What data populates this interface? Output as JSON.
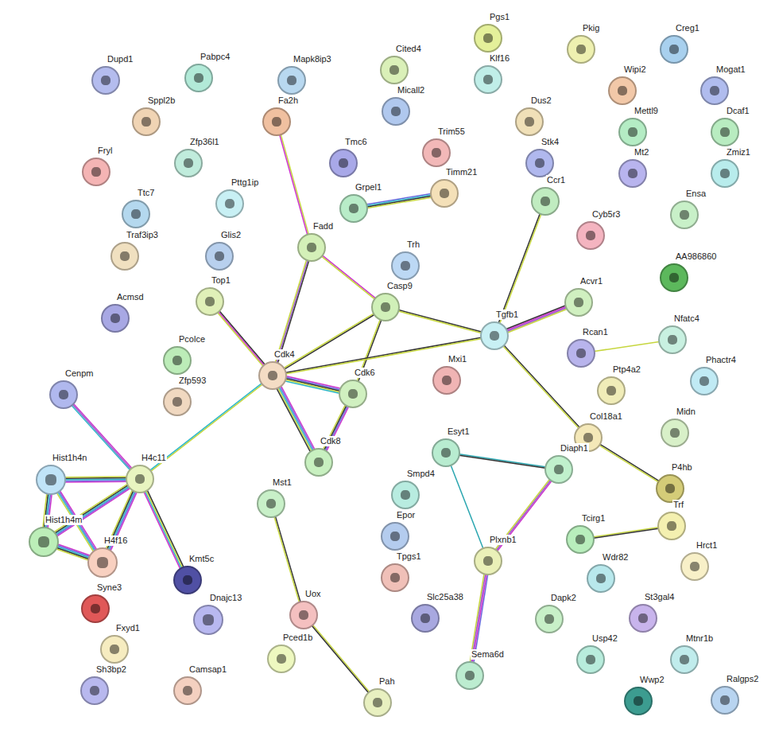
{
  "diagram": {
    "nodes": [
      {
        "text": [
          "Dupd1"
        ]
      },
      {
        "text": [
          "Pabpc4"
        ]
      },
      {
        "text": [
          "Mapk8ip3"
        ]
      },
      {
        "text": [
          "Cited4"
        ]
      },
      {
        "text": [
          "Pgs1"
        ]
      },
      {
        "text": [
          "Pkig"
        ]
      },
      {
        "text": [
          "Creg1"
        ]
      },
      {
        "text": [
          "Sppl2b"
        ]
      },
      {
        "text": [
          "Fa2h"
        ]
      },
      {
        "text": [
          "Micall2"
        ]
      },
      {
        "text": [
          "Klf16"
        ]
      },
      {
        "text": [
          "Wipi2"
        ]
      },
      {
        "text": [
          "Mogat1"
        ]
      },
      {
        "text": [
          "Fryl"
        ]
      },
      {
        "text": [
          "Zfp36l1"
        ]
      },
      {
        "text": [
          "Tmc6"
        ]
      },
      {
        "text": [
          "Trim55"
        ]
      },
      {
        "text": [
          "Dus2"
        ]
      },
      {
        "text": [
          "Mettl9"
        ]
      },
      {
        "text": [
          "Dcaf1"
        ]
      },
      {
        "text": [
          "Ttc7"
        ]
      },
      {
        "text": [
          "Pttg1ip"
        ]
      },
      {
        "text": [
          "Timm21"
        ]
      },
      {
        "text": [
          "Stk4"
        ]
      },
      {
        "text": [
          "Mt2"
        ]
      },
      {
        "text": [
          "Zmiz1"
        ]
      },
      {
        "text": [
          "Grpel1"
        ]
      },
      {
        "text": [
          "Ccr1"
        ]
      },
      {
        "text": [
          "Ensa"
        ]
      },
      {
        "text": [
          "Traf3ip3"
        ]
      },
      {
        "text": [
          "Glis2"
        ]
      },
      {
        "text": [
          "Fadd"
        ]
      },
      {
        "text": [
          "Trh"
        ]
      },
      {
        "text": [
          "Cyb5r3"
        ]
      },
      {
        "text": [
          "AA986860"
        ]
      },
      {
        "text": [
          "Acmsd"
        ]
      },
      {
        "text": [
          "Top1"
        ]
      },
      {
        "text": [
          "Casp9"
        ]
      },
      {
        "text": [
          "Acvr1"
        ]
      },
      {
        "text": [
          "Tgfb1"
        ]
      },
      {
        "text": [
          "Rcan1"
        ]
      },
      {
        "text": [
          "Nfatc4"
        ]
      },
      {
        "text": [
          "Pcolce"
        ]
      },
      {
        "text": [
          "Cdk4"
        ]
      },
      {
        "text": [
          "Mxi1"
        ]
      },
      {
        "text": [
          "Ptp4a2"
        ]
      },
      {
        "text": [
          "Phactr4"
        ]
      },
      {
        "text": [
          "Zfp593"
        ]
      },
      {
        "text": [
          "Cdk6"
        ]
      },
      {
        "text": [
          "Cenpm"
        ]
      },
      {
        "text": [
          "Midn"
        ]
      },
      {
        "text": [
          "Col18a1"
        ]
      },
      {
        "text": [
          "Esyt1"
        ]
      },
      {
        "text": [
          "Diaph1"
        ]
      },
      {
        "text": [
          "Cdk8"
        ]
      },
      {
        "text": [
          "Hist1h4n"
        ]
      },
      {
        "text": [
          "H4c11"
        ]
      },
      {
        "text": [
          "P4hb"
        ]
      },
      {
        "text": [
          "Smpd4"
        ]
      },
      {
        "text": [
          "Mst1"
        ]
      },
      {
        "text": [
          "Trf"
        ]
      },
      {
        "text": [
          "Epor"
        ]
      },
      {
        "text": [
          "Hist1h4m"
        ]
      },
      {
        "text": [
          "Plxnb1"
        ]
      },
      {
        "text": [
          "Tcirg1"
        ]
      },
      {
        "text": [
          "Hrct1"
        ]
      },
      {
        "text": [
          "H4f16"
        ]
      },
      {
        "text": [
          "Tpgs1"
        ]
      },
      {
        "text": [
          "Kmt5c"
        ]
      },
      {
        "text": [
          "Wdr82"
        ]
      },
      {
        "text": [
          "Syne3"
        ]
      },
      {
        "text": [
          "Dnajc13"
        ]
      },
      {
        "text": [
          "Uox"
        ]
      },
      {
        "text": [
          "Slc25a38"
        ]
      },
      {
        "text": [
          "Dapk2"
        ]
      },
      {
        "text": [
          "St3gal4"
        ]
      },
      {
        "text": [
          "Fxyd1"
        ]
      },
      {
        "text": [
          "Pced1b"
        ]
      },
      {
        "text": [
          "Usp42"
        ]
      },
      {
        "text": [
          "Mtnr1b"
        ]
      },
      {
        "text": [
          "Sema6d"
        ]
      },
      {
        "text": [
          "Sh3bp2"
        ]
      },
      {
        "text": [
          "Camsap1"
        ]
      },
      {
        "text": [
          "Pah"
        ]
      },
      {
        "text": [
          "Wwp2"
        ]
      },
      {
        "text": [
          "Ralgps2"
        ]
      }
    ],
    "edges": [
      {
        "from": 8,
        "to": 31,
        "arrow": "none"
      },
      {
        "from": 31,
        "to": 43,
        "arrow": "none"
      },
      {
        "from": 31,
        "to": 37,
        "arrow": "none"
      },
      {
        "from": 26,
        "to": 22,
        "arrow": "none"
      },
      {
        "from": 37,
        "to": 43,
        "arrow": "none"
      },
      {
        "from": 37,
        "to": 48,
        "arrow": "none"
      },
      {
        "from": 37,
        "to": 39,
        "arrow": "none"
      },
      {
        "from": 43,
        "to": 39,
        "arrow": "none"
      },
      {
        "from": 36,
        "to": 43,
        "arrow": "none"
      },
      {
        "from": 43,
        "to": 48,
        "arrow": "none"
      },
      {
        "from": 43,
        "to": 54,
        "arrow": "none"
      },
      {
        "from": 48,
        "to": 54,
        "arrow": "none"
      },
      {
        "from": 43,
        "to": 56,
        "arrow": "none"
      },
      {
        "from": 39,
        "to": 27,
        "arrow": "none"
      },
      {
        "from": 39,
        "to": 38,
        "arrow": "none"
      },
      {
        "from": 39,
        "to": 51,
        "arrow": "none"
      },
      {
        "from": 40,
        "to": 41,
        "arrow": "none"
      },
      {
        "from": 51,
        "to": 57,
        "arrow": "none"
      },
      {
        "from": 52,
        "to": 53,
        "arrow": "none"
      },
      {
        "from": 52,
        "to": 63,
        "arrow": "none"
      },
      {
        "from": 53,
        "to": 63,
        "arrow": "none"
      },
      {
        "from": 63,
        "to": 80,
        "arrow": "none"
      },
      {
        "from": 64,
        "to": 60,
        "arrow": "none"
      },
      {
        "from": 59,
        "to": 72,
        "arrow": "none"
      },
      {
        "from": 72,
        "to": 83,
        "arrow": "none"
      },
      {
        "from": 49,
        "to": 56,
        "arrow": "none"
      },
      {
        "from": 56,
        "to": 55,
        "arrow": "none"
      },
      {
        "from": 56,
        "to": 62,
        "arrow": "none"
      },
      {
        "from": 56,
        "to": 66,
        "arrow": "none"
      },
      {
        "from": 56,
        "to": 68,
        "arrow": "none"
      },
      {
        "from": 55,
        "to": 62,
        "arrow": "none"
      },
      {
        "from": 55,
        "to": 66,
        "arrow": "none"
      },
      {
        "from": 62,
        "to": 66,
        "arrow": "none"
      }
    ]
  }
}
